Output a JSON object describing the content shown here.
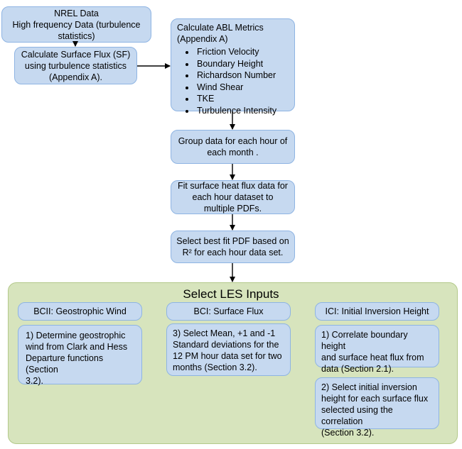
{
  "nodes": {
    "nrel": [
      "NREL Data",
      "High frequency Data (turbulence",
      "statistics)"
    ],
    "surface_flux": [
      "Calculate Surface Flux (SF)",
      "using turbulence statistics",
      "(Appendix A)."
    ],
    "abl": {
      "title": [
        "Calculate ABL Metrics",
        "(Appendix A)"
      ],
      "items": [
        "Friction Velocity",
        "Boundary Height",
        "Richardson Number",
        "Wind Shear",
        "TKE",
        "Turbulence Intensity"
      ]
    },
    "group": [
      "Group data for each hour of",
      "each month ."
    ],
    "fit": [
      "Fit surface heat flux data for",
      "each hour dataset  to",
      "multiple PDFs."
    ],
    "select_pdf": [
      "Select best fit PDF based on",
      "R²  for each hour data set."
    ]
  },
  "les": {
    "title": "Select LES Inputs",
    "columns": [
      {
        "header": "BCII: Geostrophic Wind",
        "boxes": [
          [
            "1) Determine geostrophic",
            "wind from Clark and Hess",
            "Departure functions (Section",
            "3.2)."
          ]
        ]
      },
      {
        "header": "BCI: Surface Flux",
        "boxes": [
          [
            "3) Select Mean, +1 and -1",
            "Standard deviations for the",
            "12 PM hour data set for two",
            "months (Section 3.2)."
          ]
        ]
      },
      {
        "header": "ICI: Initial Inversion Height",
        "boxes": [
          [
            "1) Correlate boundary height",
            "and surface heat flux from",
            "data (Section 2.1)."
          ],
          [
            "2) Select initial inversion",
            "height for each surface flux",
            "selected using the correlation",
            "(Section 3.2)."
          ]
        ]
      }
    ]
  },
  "colors": {
    "box_fill": "#c6d9f0",
    "box_border": "#8eb4e3",
    "panel_fill": "#d7e4bd",
    "arrow": "#000000"
  }
}
